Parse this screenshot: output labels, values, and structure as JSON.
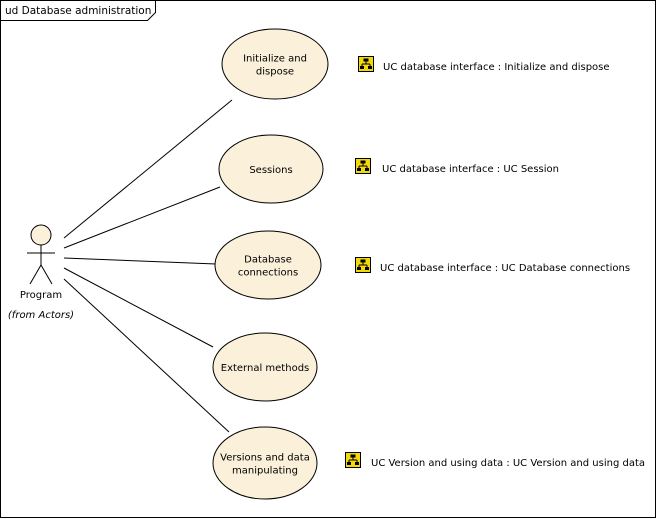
{
  "frame": {
    "title": "ud Database administration"
  },
  "actor": {
    "name": "Program",
    "note": "(from Actors)"
  },
  "use_cases": [
    {
      "id": "uc-initialize",
      "label_lines": [
        "Initialize and",
        "dispose"
      ],
      "link_text": "UC database interface : Initialize and dispose"
    },
    {
      "id": "uc-sessions",
      "label_lines": [
        "Sessions"
      ],
      "link_text": "UC database interface : UC Session"
    },
    {
      "id": "uc-db-connections",
      "label_lines": [
        "Database",
        "connections"
      ],
      "link_text": "UC database interface : UC Database connections"
    },
    {
      "id": "uc-external-methods",
      "label_lines": [
        "External methods"
      ],
      "link_text": ""
    },
    {
      "id": "uc-versions",
      "label_lines": [
        "Versions and data",
        "manipulating"
      ],
      "link_text": "UC Version and using data : UC Version and using data"
    }
  ],
  "icon": {
    "name": "diagram-link-icon",
    "color": "#f2d90c"
  },
  "colors": {
    "usecase_fill": "#fbf0da",
    "stroke": "#000000",
    "actor_head_fill": "#fbf0da"
  }
}
